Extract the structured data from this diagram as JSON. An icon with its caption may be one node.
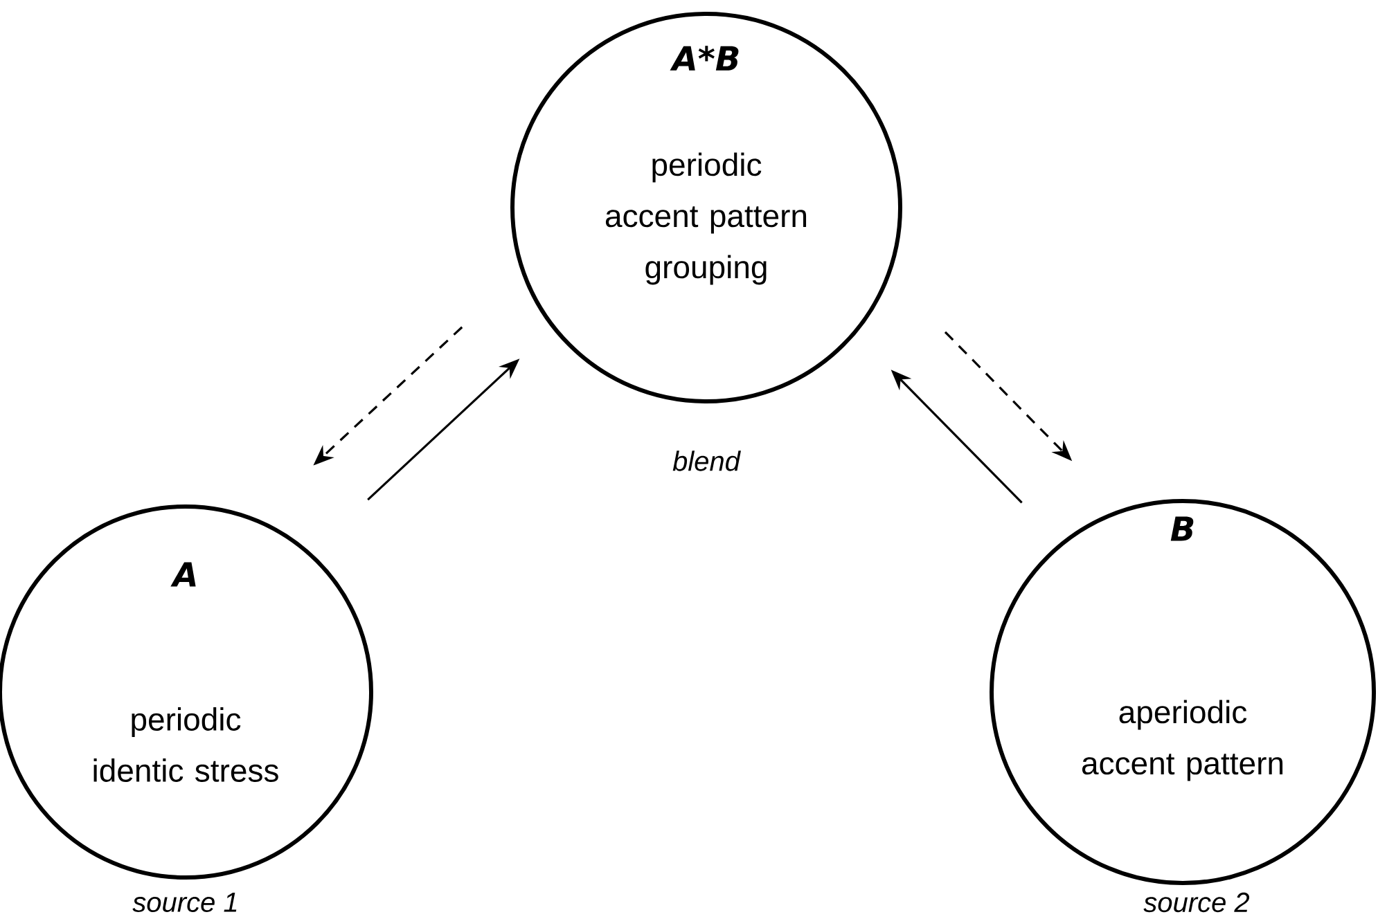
{
  "diagram": {
    "nodes": [
      {
        "text": [
          "A*B",
          "periodic accent pattern grouping"
        ],
        "beside": [
          "blend"
        ]
      },
      {
        "text": [
          "A",
          "periodic identic stress"
        ],
        "beside": [
          "source 1"
        ]
      },
      {
        "text": [
          "B",
          "aperiodic accent pattern"
        ],
        "beside": [
          "source 2"
        ]
      }
    ],
    "edges": [
      {
        "from": 0,
        "to": 1,
        "arrow": "to",
        "style": "dashed"
      },
      {
        "from": 1,
        "to": 0,
        "arrow": "to"
      },
      {
        "from": 2,
        "to": 0,
        "arrow": "to"
      },
      {
        "from": 0,
        "to": 2,
        "arrow": "to",
        "style": "dashed"
      }
    ]
  }
}
